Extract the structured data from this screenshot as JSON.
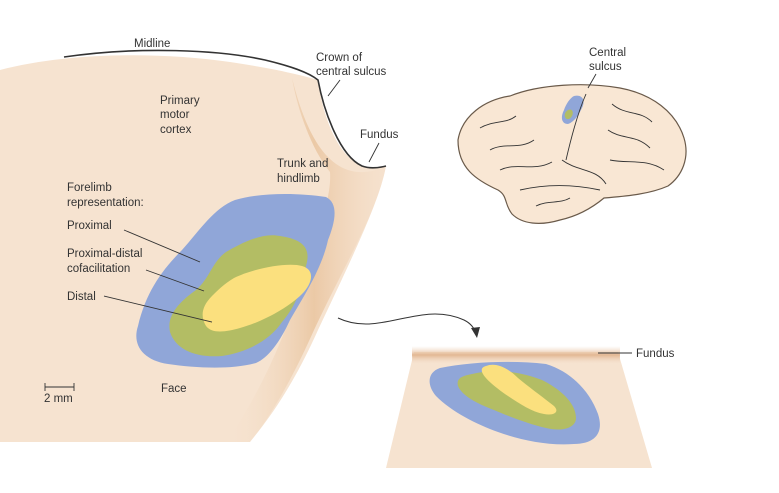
{
  "labels": {
    "midline": "Midline",
    "crown_line1": "Crown of",
    "crown_line2": "central sulcus",
    "primary_line1": "Primary",
    "primary_line2": "motor",
    "primary_line3": "cortex",
    "fundus_top": "Fundus",
    "trunk_line1": "Trunk and",
    "trunk_line2": "hindlimb",
    "forelimb_line1": "Forelimb",
    "forelimb_line2": "representation:",
    "proximal": "Proximal",
    "cofac_line1": "Proximal-distal",
    "cofac_line2": "cofacilitation",
    "distal": "Distal",
    "face": "Face",
    "scale": "2 mm",
    "central_line1": "Central",
    "central_line2": "sulcus",
    "fundus_inset": "Fundus"
  },
  "colors": {
    "cortex": "#f6e3d0",
    "sulcus_shade": "#e9c6a4",
    "proximal": "#90a6d8",
    "cofacilitation": "#b3bd64",
    "distal": "#fbe07e",
    "brain": "#f9e7d4",
    "brain_outline": "#6a5a4a"
  }
}
